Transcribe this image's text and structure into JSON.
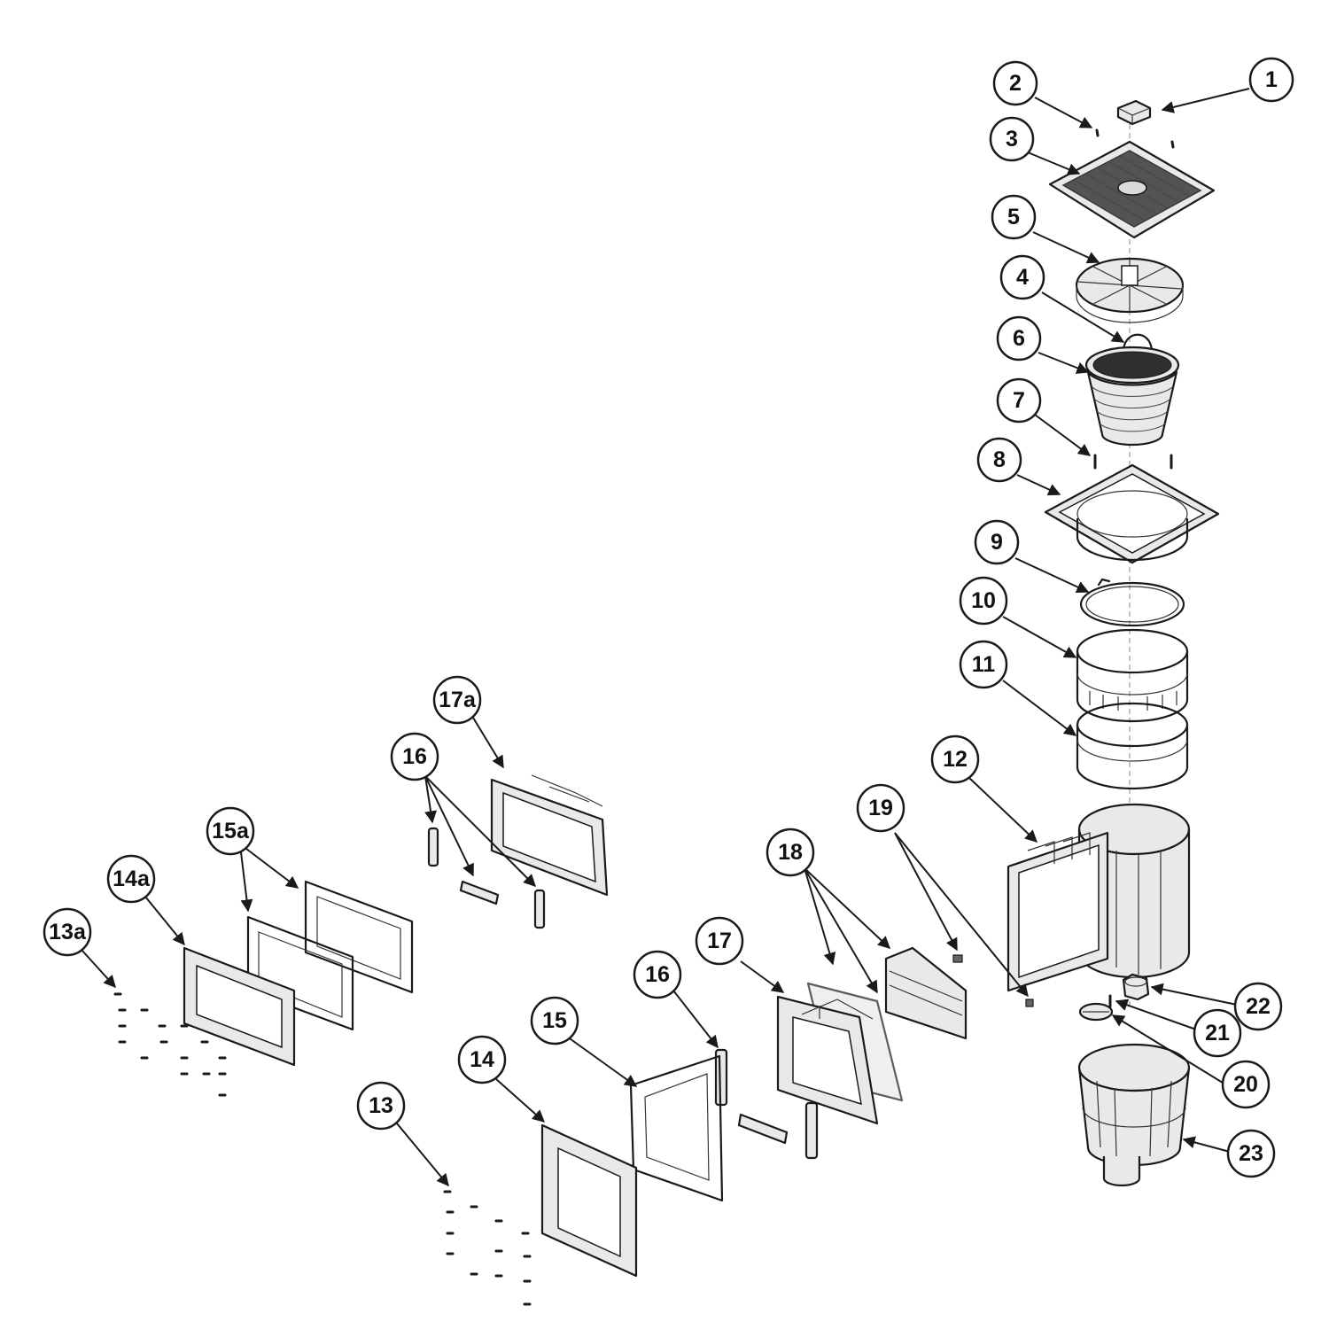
{
  "diagram": {
    "callout_labels": {
      "p1": "1",
      "p2": "2",
      "p3": "3",
      "p4": "4",
      "p5": "5",
      "p6": "6",
      "p7": "7",
      "p8": "8",
      "p9": "9",
      "p10": "10",
      "p11": "11",
      "p12": "12",
      "p13": "13",
      "p13a": "13a",
      "p14": "14",
      "p14a": "14a",
      "p15": "15",
      "p15a": "15a",
      "p16_top": "16",
      "p16_bottom": "16",
      "p17": "17",
      "p17a": "17a",
      "p18": "18",
      "p19": "19",
      "p20": "20",
      "p21": "21",
      "p22": "22",
      "p23": "23"
    }
  }
}
